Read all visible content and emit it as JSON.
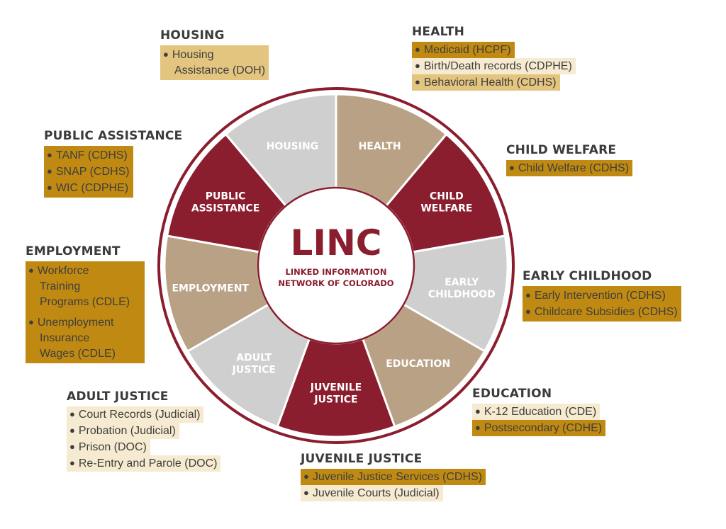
{
  "center": {
    "title": "LINC",
    "subtitle_line1": "LINKED INFORMATION",
    "subtitle_line2": "NETWORK OF COLORADO"
  },
  "colors": {
    "maroon": "#8a1e2f",
    "tan": "#b8a184",
    "gray": "#cfcfcf",
    "gold": "#c08a12",
    "light_gold": "#e3c580",
    "cream": "#f6ead0"
  },
  "segments": [
    {
      "key": "housing",
      "lines": [
        "HOUSING"
      ],
      "color": "gray"
    },
    {
      "key": "health",
      "lines": [
        "HEALTH"
      ],
      "color": "tan"
    },
    {
      "key": "child-welfare",
      "lines": [
        "CHILD",
        "WELFARE"
      ],
      "color": "maroon"
    },
    {
      "key": "early-childhood",
      "lines": [
        "EARLY",
        "CHILDHOOD"
      ],
      "color": "gray"
    },
    {
      "key": "education",
      "lines": [
        "EDUCATION"
      ],
      "color": "tan"
    },
    {
      "key": "juvenile-justice",
      "lines": [
        "JUVENILE",
        "JUSTICE"
      ],
      "color": "maroon"
    },
    {
      "key": "adult-justice",
      "lines": [
        "ADULT",
        "JUSTICE"
      ],
      "color": "gray"
    },
    {
      "key": "employment",
      "lines": [
        "EMPLOYMENT"
      ],
      "color": "tan"
    },
    {
      "key": "public-assistance",
      "lines": [
        "PUBLIC",
        "ASSISTANCE"
      ],
      "color": "maroon"
    }
  ],
  "callouts": {
    "housing": {
      "title": "HOUSING",
      "items": [
        "Housing",
        "Assistance (DOH)"
      ]
    },
    "health": {
      "title": "HEALTH",
      "items": [
        "Medicaid (HCPF)",
        "Birth/Death records (CDPHE)",
        "Behavioral Health (CDHS)"
      ]
    },
    "child_welfare": {
      "title": "CHILD WELFARE",
      "items": [
        "Child Welfare (CDHS)"
      ]
    },
    "early_childhood": {
      "title": "EARLY CHILDHOOD",
      "items": [
        "Early Intervention (CDHS)",
        "Childcare Subsidies (CDHS)"
      ]
    },
    "education": {
      "title": "EDUCATION",
      "items": [
        "K-12 Education (CDE)",
        "Postsecondary (CDHE)"
      ]
    },
    "juvenile_justice": {
      "title": "JUVENILE JUSTICE",
      "items": [
        "Juvenile Justice Services (CDHS)",
        "Juvenile Courts (Judicial)"
      ]
    },
    "adult_justice": {
      "title": "ADULT JUSTICE",
      "items": [
        "Court Records (Judicial)",
        "Probation (Judicial)",
        "Prison (DOC)",
        "Re-Entry and Parole (DOC)"
      ]
    },
    "employment": {
      "title": "EMPLOYMENT",
      "items": [
        "Workforce",
        "Training",
        "Programs (CDLE)",
        "Unemployment",
        "Insurance",
        "Wages (CDLE)"
      ]
    },
    "public_assistance": {
      "title": "PUBLIC ASSISTANCE",
      "items": [
        "TANF (CDHS)",
        "SNAP (CDHS)",
        "WIC (CDPHE)"
      ]
    }
  }
}
